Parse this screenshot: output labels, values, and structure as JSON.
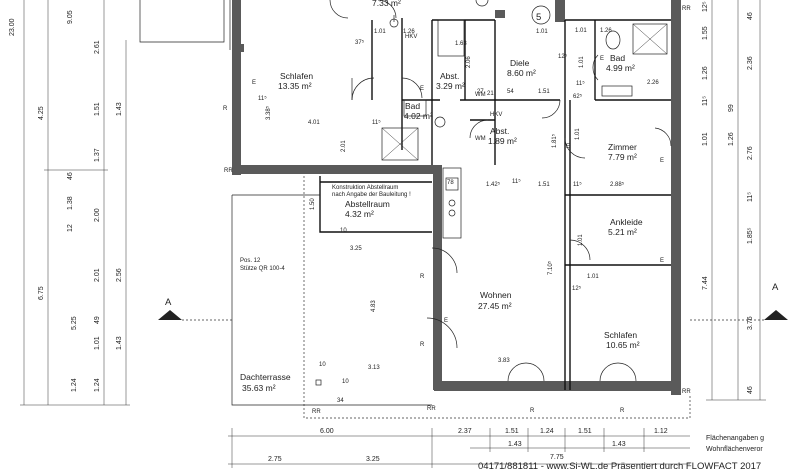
{
  "rooms": {
    "top_room": {
      "area": "7.33 m²"
    },
    "schlafen_1": {
      "name": "Schlafen",
      "area": "13.35 m²"
    },
    "hkv_1": {
      "label": "HKV"
    },
    "abst_1": {
      "name": "Abst.",
      "area": "3.29 m²"
    },
    "bad_1": {
      "name": "Bad",
      "area": "4.02 m²"
    },
    "diele": {
      "name": "Diele",
      "area": "8.60 m²"
    },
    "bad_2": {
      "name": "Bad",
      "area": "4.99 m²"
    },
    "hkv_2": {
      "label": "HKV"
    },
    "abst_2": {
      "name": "Abst.",
      "area": "1.89 m²"
    },
    "zimmer": {
      "name": "Zimmer",
      "area": "7.79 m²"
    },
    "abstellraum": {
      "name": "Abstellraum",
      "area": "4.32 m²"
    },
    "ankleide": {
      "name": "Ankleide",
      "area": "5.21 m²"
    },
    "wohnen": {
      "name": "Wohnen",
      "area": "27.45 m²"
    },
    "schlafen_2": {
      "name": "Schlafen",
      "area": "10.65 m²"
    },
    "dachterrasse": {
      "name": "Dachterrasse",
      "area": "35.63 m²"
    }
  },
  "notes": {
    "konstruktion_1": "Konstruktion Abstellraum",
    "konstruktion_2": "nach Angabe der Bauleitung !",
    "pos_1": "Pos. 12",
    "pos_2": "Stütze QR 100-4",
    "unit_number": "5",
    "wm": "WM",
    "stair_code": "78",
    "section_marker": "A"
  },
  "legend": {
    "line1": "Flächenangaben g",
    "line2": "Wohnflächenveror"
  },
  "footer": "04171/881811 - www.Si-WL.de Präsentiert durch FLOWFACT 2017",
  "dimensions": {
    "left_outer": [
      "23.00",
      "4.25",
      "6.75",
      "5.25",
      "1.24"
    ],
    "left_second": [
      "9.05",
      "2.61",
      "1.51",
      "1.43",
      "1.37",
      "46",
      "1.38",
      "12",
      "2.00",
      "2.01",
      "2.56",
      "49",
      "1.01",
      "1.43",
      "1.24"
    ],
    "right_side": [
      "12⁵",
      "46",
      "1.55",
      "1.26",
      "2.36",
      "11⁵",
      "99",
      "1.01",
      "1.26",
      "2.76",
      "11⁵",
      "1.85⁵",
      "7.44",
      "3.76",
      "46"
    ],
    "bottom_row1": [
      "6.00",
      "2.37",
      "1.51",
      "1.24",
      "1.51",
      "1.12"
    ],
    "bottom_row2": [
      "1.43",
      "1.43"
    ],
    "bottom_row3": [
      "2.75",
      "3.25",
      "7.75"
    ],
    "interior": [
      "1.01",
      "1.26",
      "1.63",
      "2.06",
      "1.01",
      "1.01",
      "1.26",
      "1.01",
      "3.38⁵",
      "4.01",
      "2.01",
      "11⁵",
      "1.01",
      "1.42⁵",
      "11⁵",
      "1.51",
      "11⁵",
      "2.88⁵",
      "1.50",
      "10",
      "3.25",
      "4.83",
      "3.13",
      "3.83",
      "7.10⁵",
      "1.01",
      "12⁵",
      "1.01",
      "10",
      "34",
      "10",
      "54",
      "1.51",
      "62⁵",
      "2.26",
      "37⁵",
      "1.81⁵",
      "11⁵",
      "27",
      "21"
    ]
  },
  "door_labels": [
    "R",
    "R",
    "R",
    "R",
    "R",
    "E",
    "E",
    "E",
    "E",
    "E",
    "E",
    "E",
    "RR",
    "RR",
    "RR",
    "RR",
    "RR",
    "11⁵",
    "12⁵"
  ]
}
